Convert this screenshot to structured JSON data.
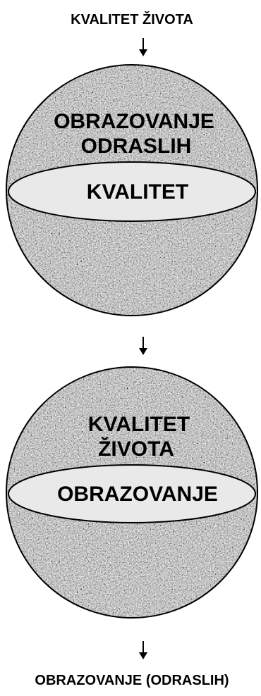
{
  "header_label": "KVALITET ŽIVOTA",
  "sphere_top": {
    "upper_text_line1": "OBRAZOVANJE",
    "upper_text_line2": "ODRASLIH",
    "ellipse_text": "KVALITET"
  },
  "sphere_bottom": {
    "upper_text_line1": "KVALITET",
    "upper_text_line2": "ŽIVOTA",
    "ellipse_text": "OBRAZOVANJE"
  },
  "footer_label": "OBRAZOVANJE (ODRASLIH)",
  "colors": {
    "sphere_fill": "#8f8f8f",
    "ellipse_fill": "#e9e9e9",
    "stroke": "#000000",
    "text": "#000000"
  }
}
